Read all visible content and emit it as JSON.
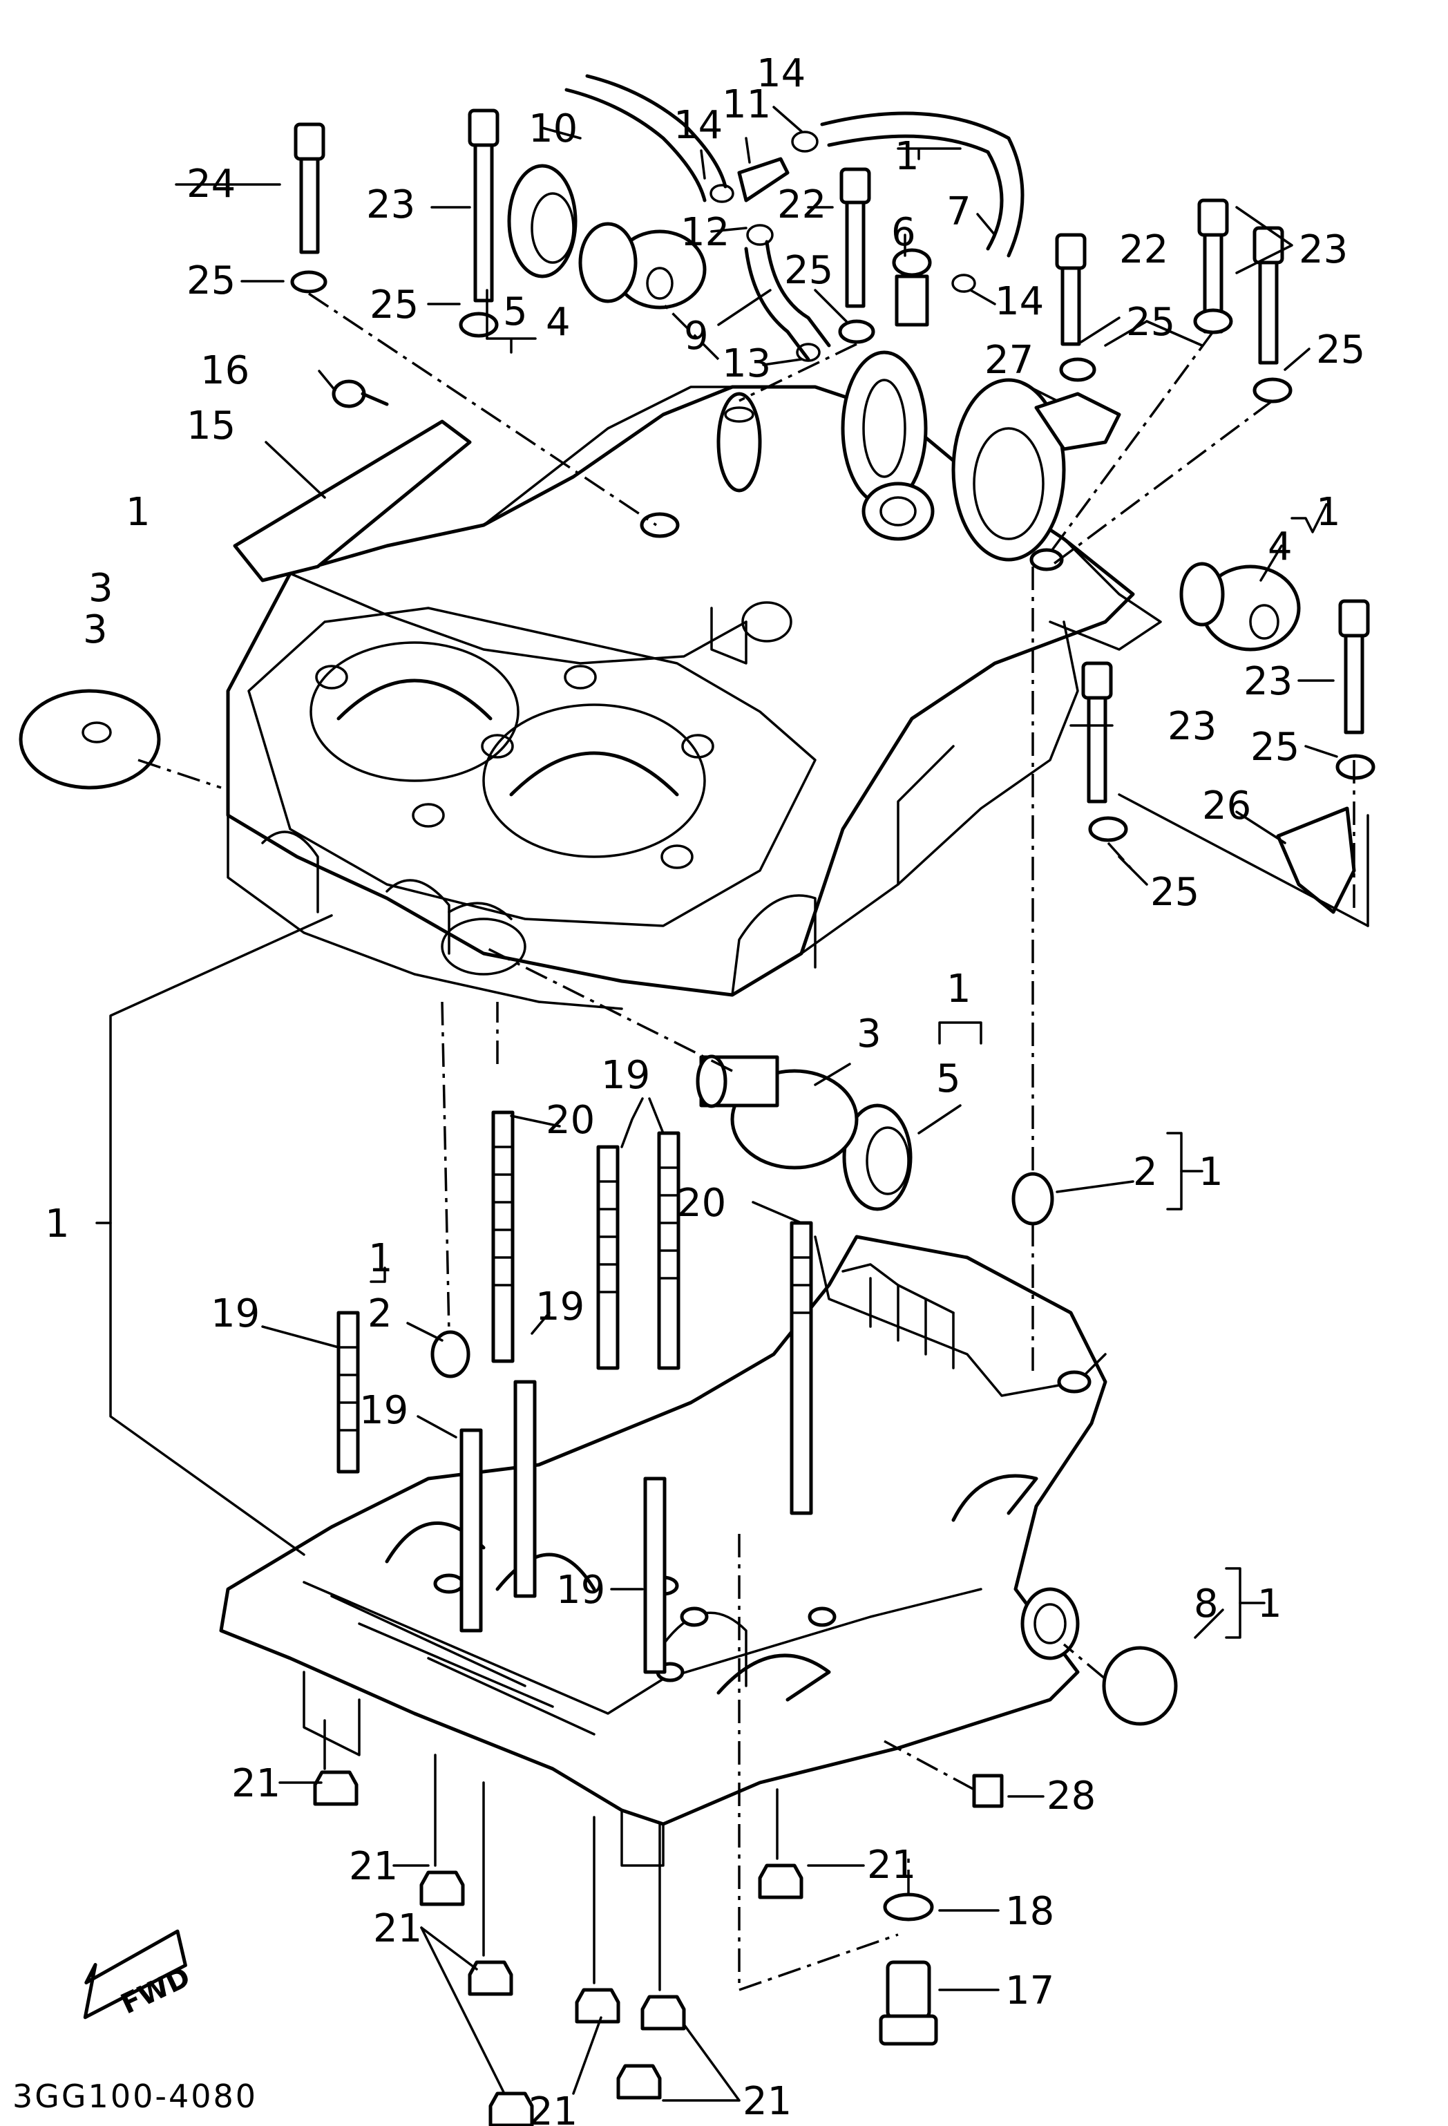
{
  "diagram": {
    "code": "3GG100-4080",
    "fwd_label": "FWD",
    "callouts": {
      "c1a": "1",
      "c3a": "3",
      "c3b": "3",
      "c16": "16",
      "c15": "15",
      "c24": "24",
      "c25a": "25",
      "c23a": "23",
      "c25b": "25",
      "c5a": "5",
      "c4a": "4",
      "c10": "10",
      "c14a": "14",
      "c11": "11",
      "c14b": "14",
      "c12": "12",
      "c9": "9",
      "c25c": "25",
      "c13": "13",
      "c22a": "22",
      "c1b": "1",
      "c6": "6",
      "c7": "7",
      "c14c": "14",
      "c22b": "22",
      "c27": "27",
      "c25d": "25",
      "c23b": "23",
      "c25e": "25",
      "c1c": "1",
      "c4b": "4",
      "c23c": "23",
      "c23d": "23",
      "c25f": "25",
      "c26": "26",
      "c25g": "25",
      "c1d": "1",
      "c3c": "3",
      "c5b": "5",
      "c19a": "19",
      "c20a": "20",
      "c2a": "2",
      "c1e": "1",
      "c20b": "20",
      "c1f": "1",
      "c1g": "1",
      "c2b": "2",
      "c19b": "19",
      "c19c": "19",
      "c19d": "19",
      "c19e": "19",
      "c8": "8",
      "c1h": "1",
      "c21a": "21",
      "c21b": "21",
      "c21c": "21",
      "c21d": "21",
      "c21e": "21",
      "c21f": "21",
      "c28": "28",
      "c18": "18",
      "c17": "17"
    }
  }
}
